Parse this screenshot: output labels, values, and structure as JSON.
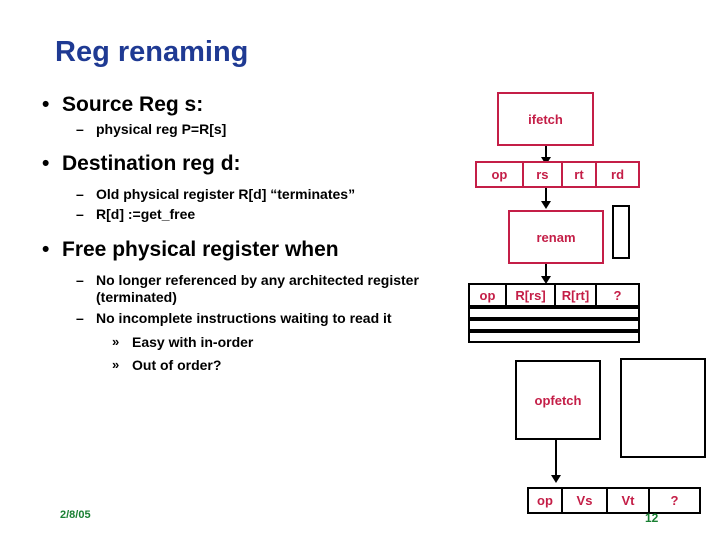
{
  "slide": {
    "title": "Reg renaming",
    "date": "2/8/05",
    "page_number": "12"
  },
  "colors": {
    "title": "#1f3a93",
    "body_text": "#000000",
    "diagram_accent": "#c41e47",
    "footer": "#1a8033",
    "background": "#ffffff"
  },
  "bullets": [
    {
      "level": 1,
      "marker": "•",
      "text": "Source Reg s:"
    },
    {
      "level": 2,
      "marker": "–",
      "text": "physical reg P=R[s]"
    },
    {
      "level": 1,
      "marker": "•",
      "text": "Destination reg d:"
    },
    {
      "level": 2,
      "marker": "–",
      "text": "Old physical register R[d] “terminates”"
    },
    {
      "level": 2,
      "marker": "–",
      "text": "R[d] :=get_free"
    },
    {
      "level": 1,
      "marker": "•",
      "text": "Free physical register when"
    },
    {
      "level": 2,
      "marker": "–",
      "text": "No longer referenced by any architected register (terminated)"
    },
    {
      "level": 2,
      "marker": "–",
      "text": "No incomplete instructions waiting to read it"
    },
    {
      "level": 3,
      "marker": "»",
      "text": "Easy with in-order"
    },
    {
      "level": 3,
      "marker": "»",
      "text": "Out of order?"
    }
  ],
  "diagram": {
    "ifetch_box": {
      "label": "ifetch"
    },
    "instruction_row": {
      "cells": [
        "op",
        "rs",
        "rt",
        "rd"
      ]
    },
    "rename_box": {
      "label": "renam"
    },
    "free_list_box": {
      "label": ""
    },
    "renamed_row": {
      "cells": [
        "op",
        "R[rs]",
        "R[rt]",
        "?"
      ]
    },
    "queue_rows": [
      "",
      "",
      ""
    ],
    "opfetch_box": {
      "label": "opfetch"
    },
    "side_box": {
      "label": ""
    },
    "operand_row": {
      "cells": [
        "op",
        "Vs",
        "Vt",
        "?"
      ]
    }
  }
}
